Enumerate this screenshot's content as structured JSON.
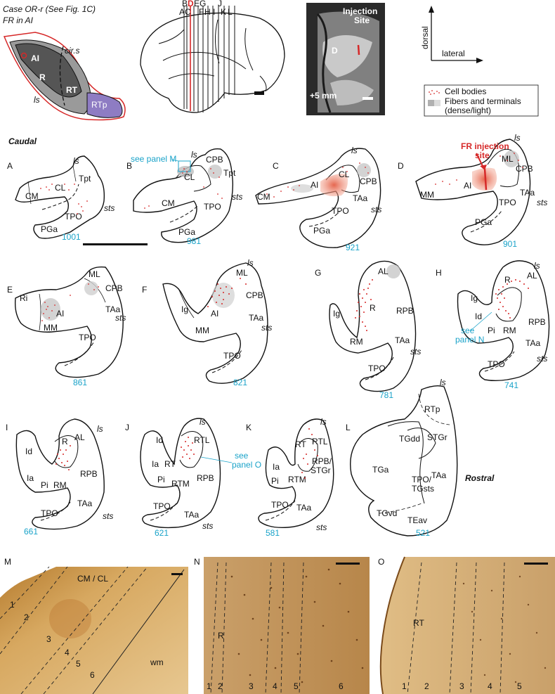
{
  "header": {
    "case_line1": "Case OR-r (See Fig. 1C)",
    "case_line2": "FR in AI"
  },
  "flatmap": {
    "AI": "AI",
    "R": "R",
    "RT": "RT",
    "RTp": "RTp",
    "cirs": "cir.s",
    "ls": "ls"
  },
  "brain": {
    "letters_top": [
      "B",
      "D",
      "E",
      "G",
      "J"
    ],
    "letters_bottom": [
      "A",
      "C",
      "F",
      "H",
      "I",
      "K",
      "L"
    ]
  },
  "injection": {
    "title_line1": "Injection",
    "title_line2": "Site",
    "D": "D",
    "depth": "+5 mm"
  },
  "orientation": {
    "dorsal": "dorsal",
    "lateral": "lateral"
  },
  "legend": {
    "cells": "Cell bodies",
    "fibers_line1": "Fibers and terminals",
    "fibers_line2": "(dense/light)"
  },
  "section_labels": {
    "caudal": "Caudal",
    "rostral": "Rostral"
  },
  "panels": {
    "A": {
      "letter": "A",
      "num": "1001",
      "areas": [
        "CM",
        "CL",
        "Tpt",
        "TPO",
        "PGa"
      ],
      "ls": "ls",
      "sts": "sts"
    },
    "B": {
      "letter": "B",
      "num": "981",
      "areas": [
        "CM",
        "CL",
        "CPB",
        "Tpt",
        "TPO",
        "PGa"
      ],
      "ls": "ls",
      "sts": "sts",
      "note": "see panel M"
    },
    "C": {
      "letter": "C",
      "num": "921",
      "areas": [
        "CM",
        "AI",
        "CL",
        "CPB",
        "TAa",
        "TPO",
        "PGa"
      ],
      "ls": "ls",
      "sts": "sts"
    },
    "D": {
      "letter": "D",
      "num": "901",
      "areas": [
        "MM",
        "AI",
        "ML",
        "CPB",
        "TAa",
        "TPO",
        "PGa"
      ],
      "ls": "ls",
      "sts": "sts",
      "note_line1": "FR injection",
      "note_line2": "site"
    },
    "E": {
      "letter": "E",
      "num": "861",
      "areas": [
        "Ri",
        "AI",
        "ML",
        "CPB",
        "MM",
        "TAa",
        "TPO"
      ],
      "sts": "sts"
    },
    "F": {
      "letter": "F",
      "num": "821",
      "areas": [
        "Ig",
        "AI",
        "ML",
        "CPB",
        "MM",
        "TAa",
        "TPO"
      ],
      "ls": "ls",
      "sts": "sts"
    },
    "G": {
      "letter": "G",
      "num": "781",
      "areas": [
        "Ig",
        "AL",
        "R",
        "RPB",
        "RM",
        "TAa",
        "TPO"
      ],
      "sts": "sts"
    },
    "H": {
      "letter": "H",
      "num": "741",
      "areas": [
        "Ig",
        "R",
        "AL",
        "Id",
        "Pi",
        "RM",
        "RPB",
        "TAa",
        "TPO"
      ],
      "ls": "ls",
      "sts": "sts",
      "note_line1": "see",
      "note_line2": "panel N"
    },
    "I": {
      "letter": "I",
      "num": "661",
      "areas": [
        "Id",
        "R",
        "AL",
        "Ia",
        "Pi",
        "RM",
        "RPB",
        "TAa",
        "TPO"
      ],
      "ls": "ls",
      "sts": "sts"
    },
    "J": {
      "letter": "J",
      "num": "621",
      "areas": [
        "Id",
        "RTL",
        "Ia",
        "RT",
        "Pi",
        "RTM",
        "RPB",
        "TPO",
        "TAa"
      ],
      "ls": "ls",
      "sts": "sts",
      "note_line1": "see",
      "note_line2": "panel O"
    },
    "K": {
      "letter": "K",
      "num": "581",
      "areas": [
        "RT",
        "RTL",
        "Ia",
        "RPB/",
        "STGr",
        "Pi",
        "RTM",
        "TPO",
        "TAa"
      ],
      "ls": "ls",
      "sts": "sts"
    },
    "L": {
      "letter": "L",
      "num": "521",
      "areas": [
        "RTp",
        "STGr",
        "TGdd",
        "TGa",
        "TAa",
        "TPO/",
        "TGsts",
        "TGvd",
        "TEav"
      ],
      "ls": "ls"
    }
  },
  "photos": {
    "M": {
      "letter": "M",
      "title": "CM / CL",
      "layers": [
        "1",
        "2",
        "3",
        "4",
        "5",
        "6"
      ],
      "wm": "wm"
    },
    "N": {
      "letter": "N",
      "area": "R",
      "layers": [
        "1",
        "2",
        "3",
        "4",
        "5",
        "6"
      ]
    },
    "O": {
      "letter": "O",
      "area": "RT",
      "layers": [
        "1",
        "2",
        "3",
        "4",
        "5"
      ]
    }
  },
  "colors": {
    "red": "#d62828",
    "cyan": "#1aa3c9",
    "flat_dark": "#555555",
    "flat_gray": "#9a9a9a",
    "rtp_purple": "#8e7cc3",
    "stain": "#c79552"
  }
}
